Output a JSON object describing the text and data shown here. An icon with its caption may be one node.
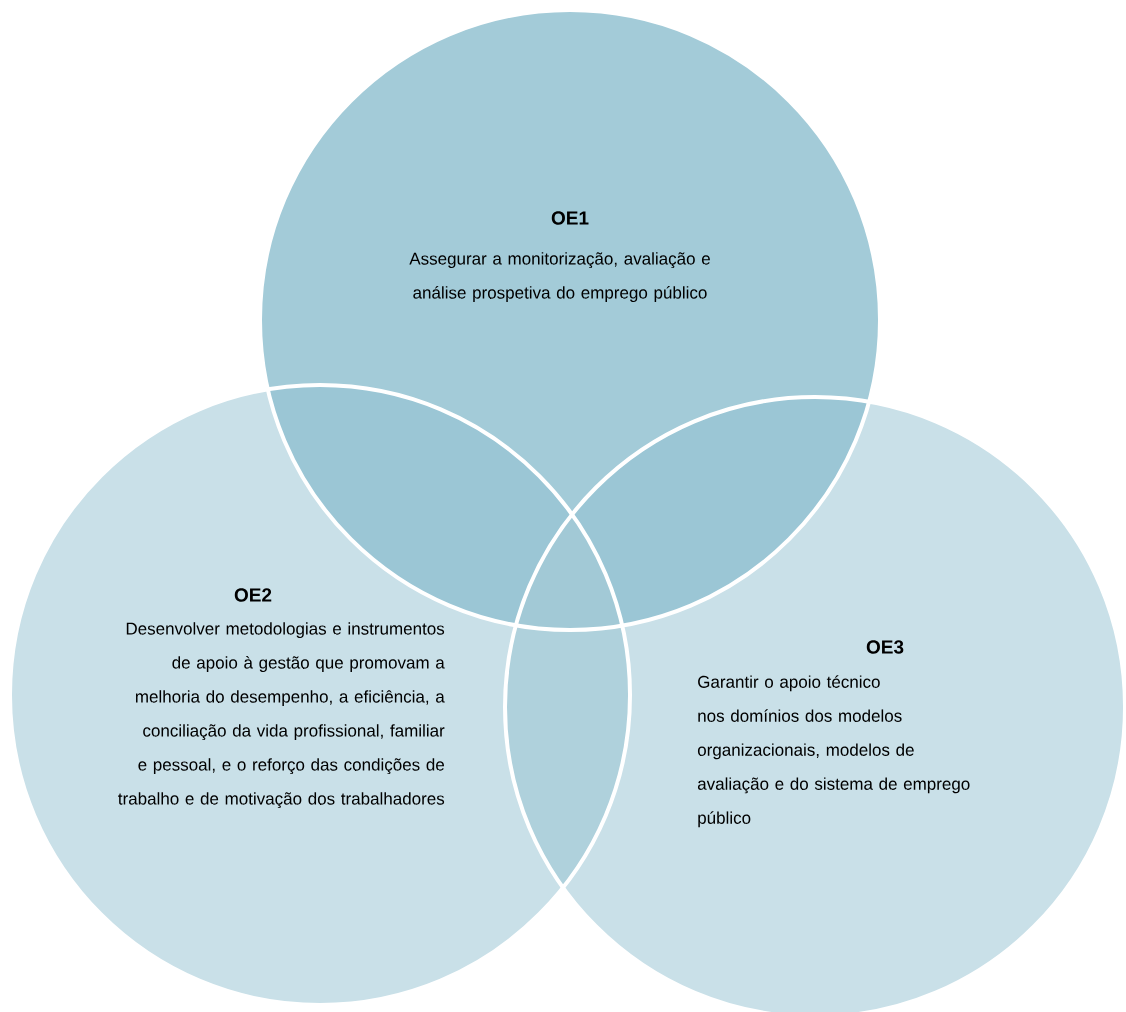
{
  "diagram": {
    "nodes": [
      {
        "text": [
          "OE1",
          "Assegurar a monitorização, avaliação e análise prospetiva do emprego público"
        ]
      },
      {
        "text": [
          "OE2",
          "Desenvolver metodologias e instrumentos de apoio à gestão que promovam a melhoria do desempenho, a eficiência, a conciliação da vida profissional, familiar e pessoal, e o reforço das condições de trabalho e de motivação dos trabalhadores"
        ]
      },
      {
        "text": [
          "OE3",
          "Garantir o apoio técnico nos domínios dos modelos organizacionais, modelos de avaliação e do sistema de emprego público"
        ]
      }
    ]
  }
}
